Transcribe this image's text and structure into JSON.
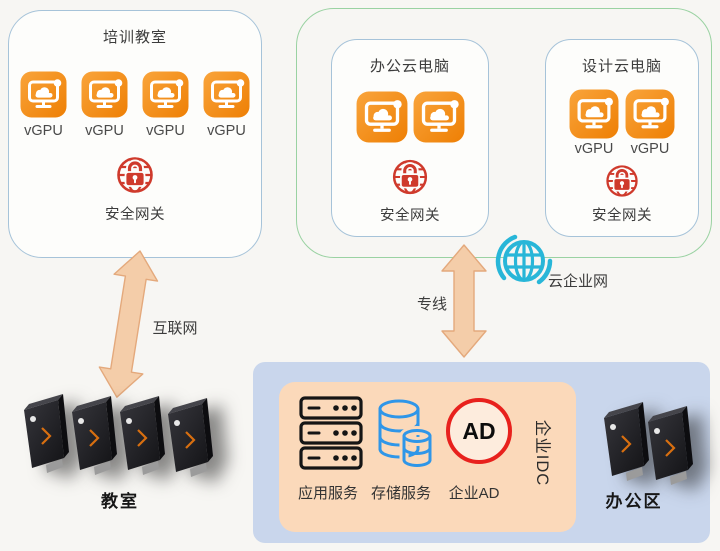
{
  "training_room": {
    "title": "培训教室",
    "vgpu_labels": [
      "vGPU",
      "vGPU",
      "vGPU",
      "vGPU"
    ],
    "gateway_label": "安全网关"
  },
  "cloud_region": {
    "office_cloud_pc": {
      "title": "办公云电脑",
      "gateway_label": "安全网关"
    },
    "design_cloud_pc": {
      "title": "设计云电脑",
      "vgpu_labels": [
        "vGPU",
        "vGPU"
      ],
      "gateway_label": "安全网关"
    },
    "cen_label": "云企业网"
  },
  "connections": {
    "internet_label": "互联网",
    "leased_line_label": "专线"
  },
  "idc": {
    "app_service_label": "应用服务",
    "storage_service_label": "存储服务",
    "enterprise_ad_label": "企业AD",
    "ad_badge": "AD",
    "idc_vertical_label": "企业IDC"
  },
  "sites": {
    "classroom_label": "教室",
    "office_area_label": "办公区"
  },
  "colors": {
    "vgpu_icon_orange": "#f1880f",
    "gateway_red": "#cf3a2c",
    "cen_cyan": "#28b6d8",
    "region_border_green": "#9ad2a2",
    "box_border_blue": "#a6c3d9",
    "idc_bg_peach": "#fbd9ba",
    "datacenter_bg_blue": "#c9d6ec",
    "arrow_fill_peach": "#f4cda9",
    "storage_db_blue": "#2f96e8",
    "ad_circle_red": "#e8211d"
  }
}
